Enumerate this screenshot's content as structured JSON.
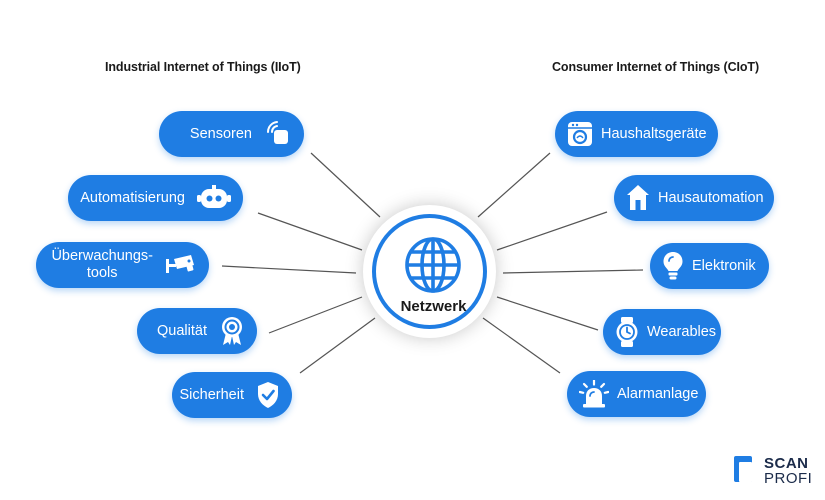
{
  "headings": {
    "left": "Industrial Internet of Things (IIoT)",
    "right": "Consumer Internet of Things (CIoT)"
  },
  "center": {
    "label": "Netzwerk",
    "icon": "globe-icon"
  },
  "left_items": [
    {
      "label": "Sensoren",
      "icon": "sensor-signal-icon"
    },
    {
      "label": "Automatisierung",
      "icon": "robot-icon"
    },
    {
      "label": "Überwachungs-\ntools",
      "icon": "security-camera-icon"
    },
    {
      "label": "Qualität",
      "icon": "award-badge-icon"
    },
    {
      "label": "Sicherheit",
      "icon": "shield-check-icon"
    }
  ],
  "right_items": [
    {
      "label": "Haushaltsgeräte",
      "icon": "washing-machine-icon"
    },
    {
      "label": "Hausautomation",
      "icon": "house-icon"
    },
    {
      "label": "Elektronik",
      "icon": "light-bulb-icon"
    },
    {
      "label": "Wearables",
      "icon": "smartwatch-icon"
    },
    {
      "label": "Alarmanlage",
      "icon": "alarm-siren-icon"
    }
  ],
  "colors": {
    "accent": "#1f7de3",
    "text": "#1a1a1a",
    "connector": "#555555"
  },
  "logo": {
    "line1": "SCAN",
    "line2": "PROFI"
  }
}
